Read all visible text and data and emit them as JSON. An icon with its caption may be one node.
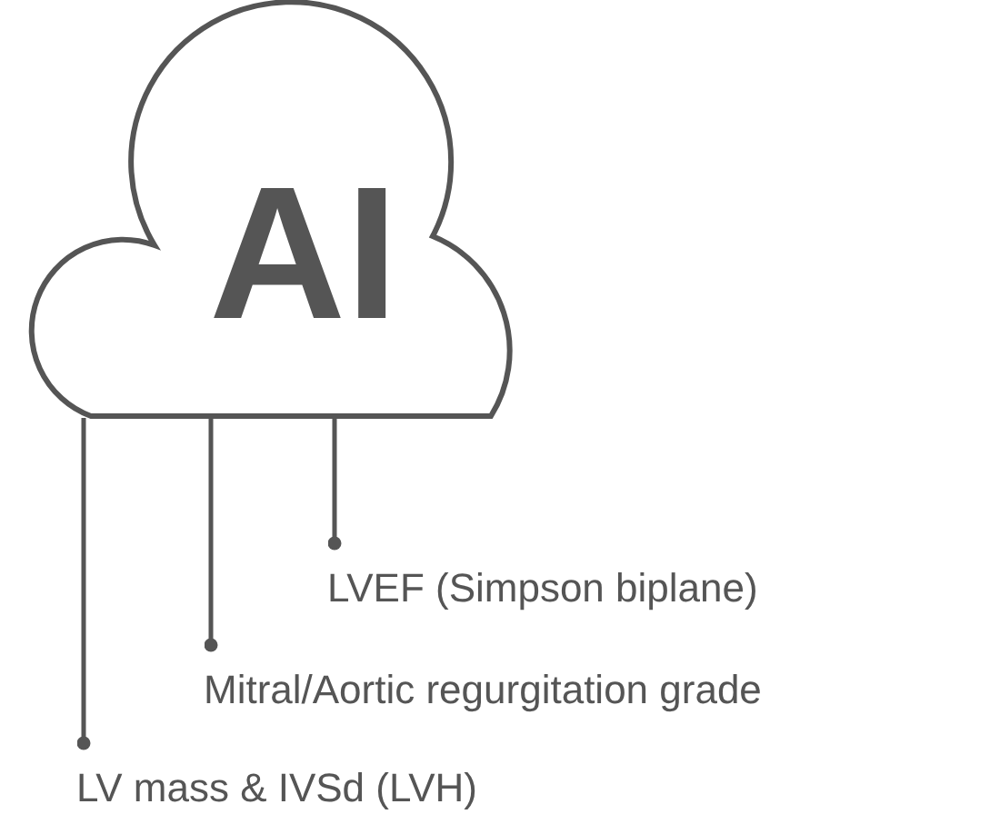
{
  "diagram": {
    "nodes": [
      {
        "text": [
          "AI"
        ]
      },
      {
        "text": [
          "LVEF (Simpson biplane)"
        ]
      },
      {
        "text": [
          "Mitral/Aortic regurgitation grade"
        ]
      },
      {
        "text": [
          "LV mass & IVSd (LVH)"
        ]
      }
    ],
    "edges": [
      {
        "from": 0,
        "to": 1,
        "arrow": "other"
      },
      {
        "from": 0,
        "to": 2,
        "arrow": "other"
      },
      {
        "from": 0,
        "to": 3,
        "arrow": "other"
      }
    ]
  }
}
